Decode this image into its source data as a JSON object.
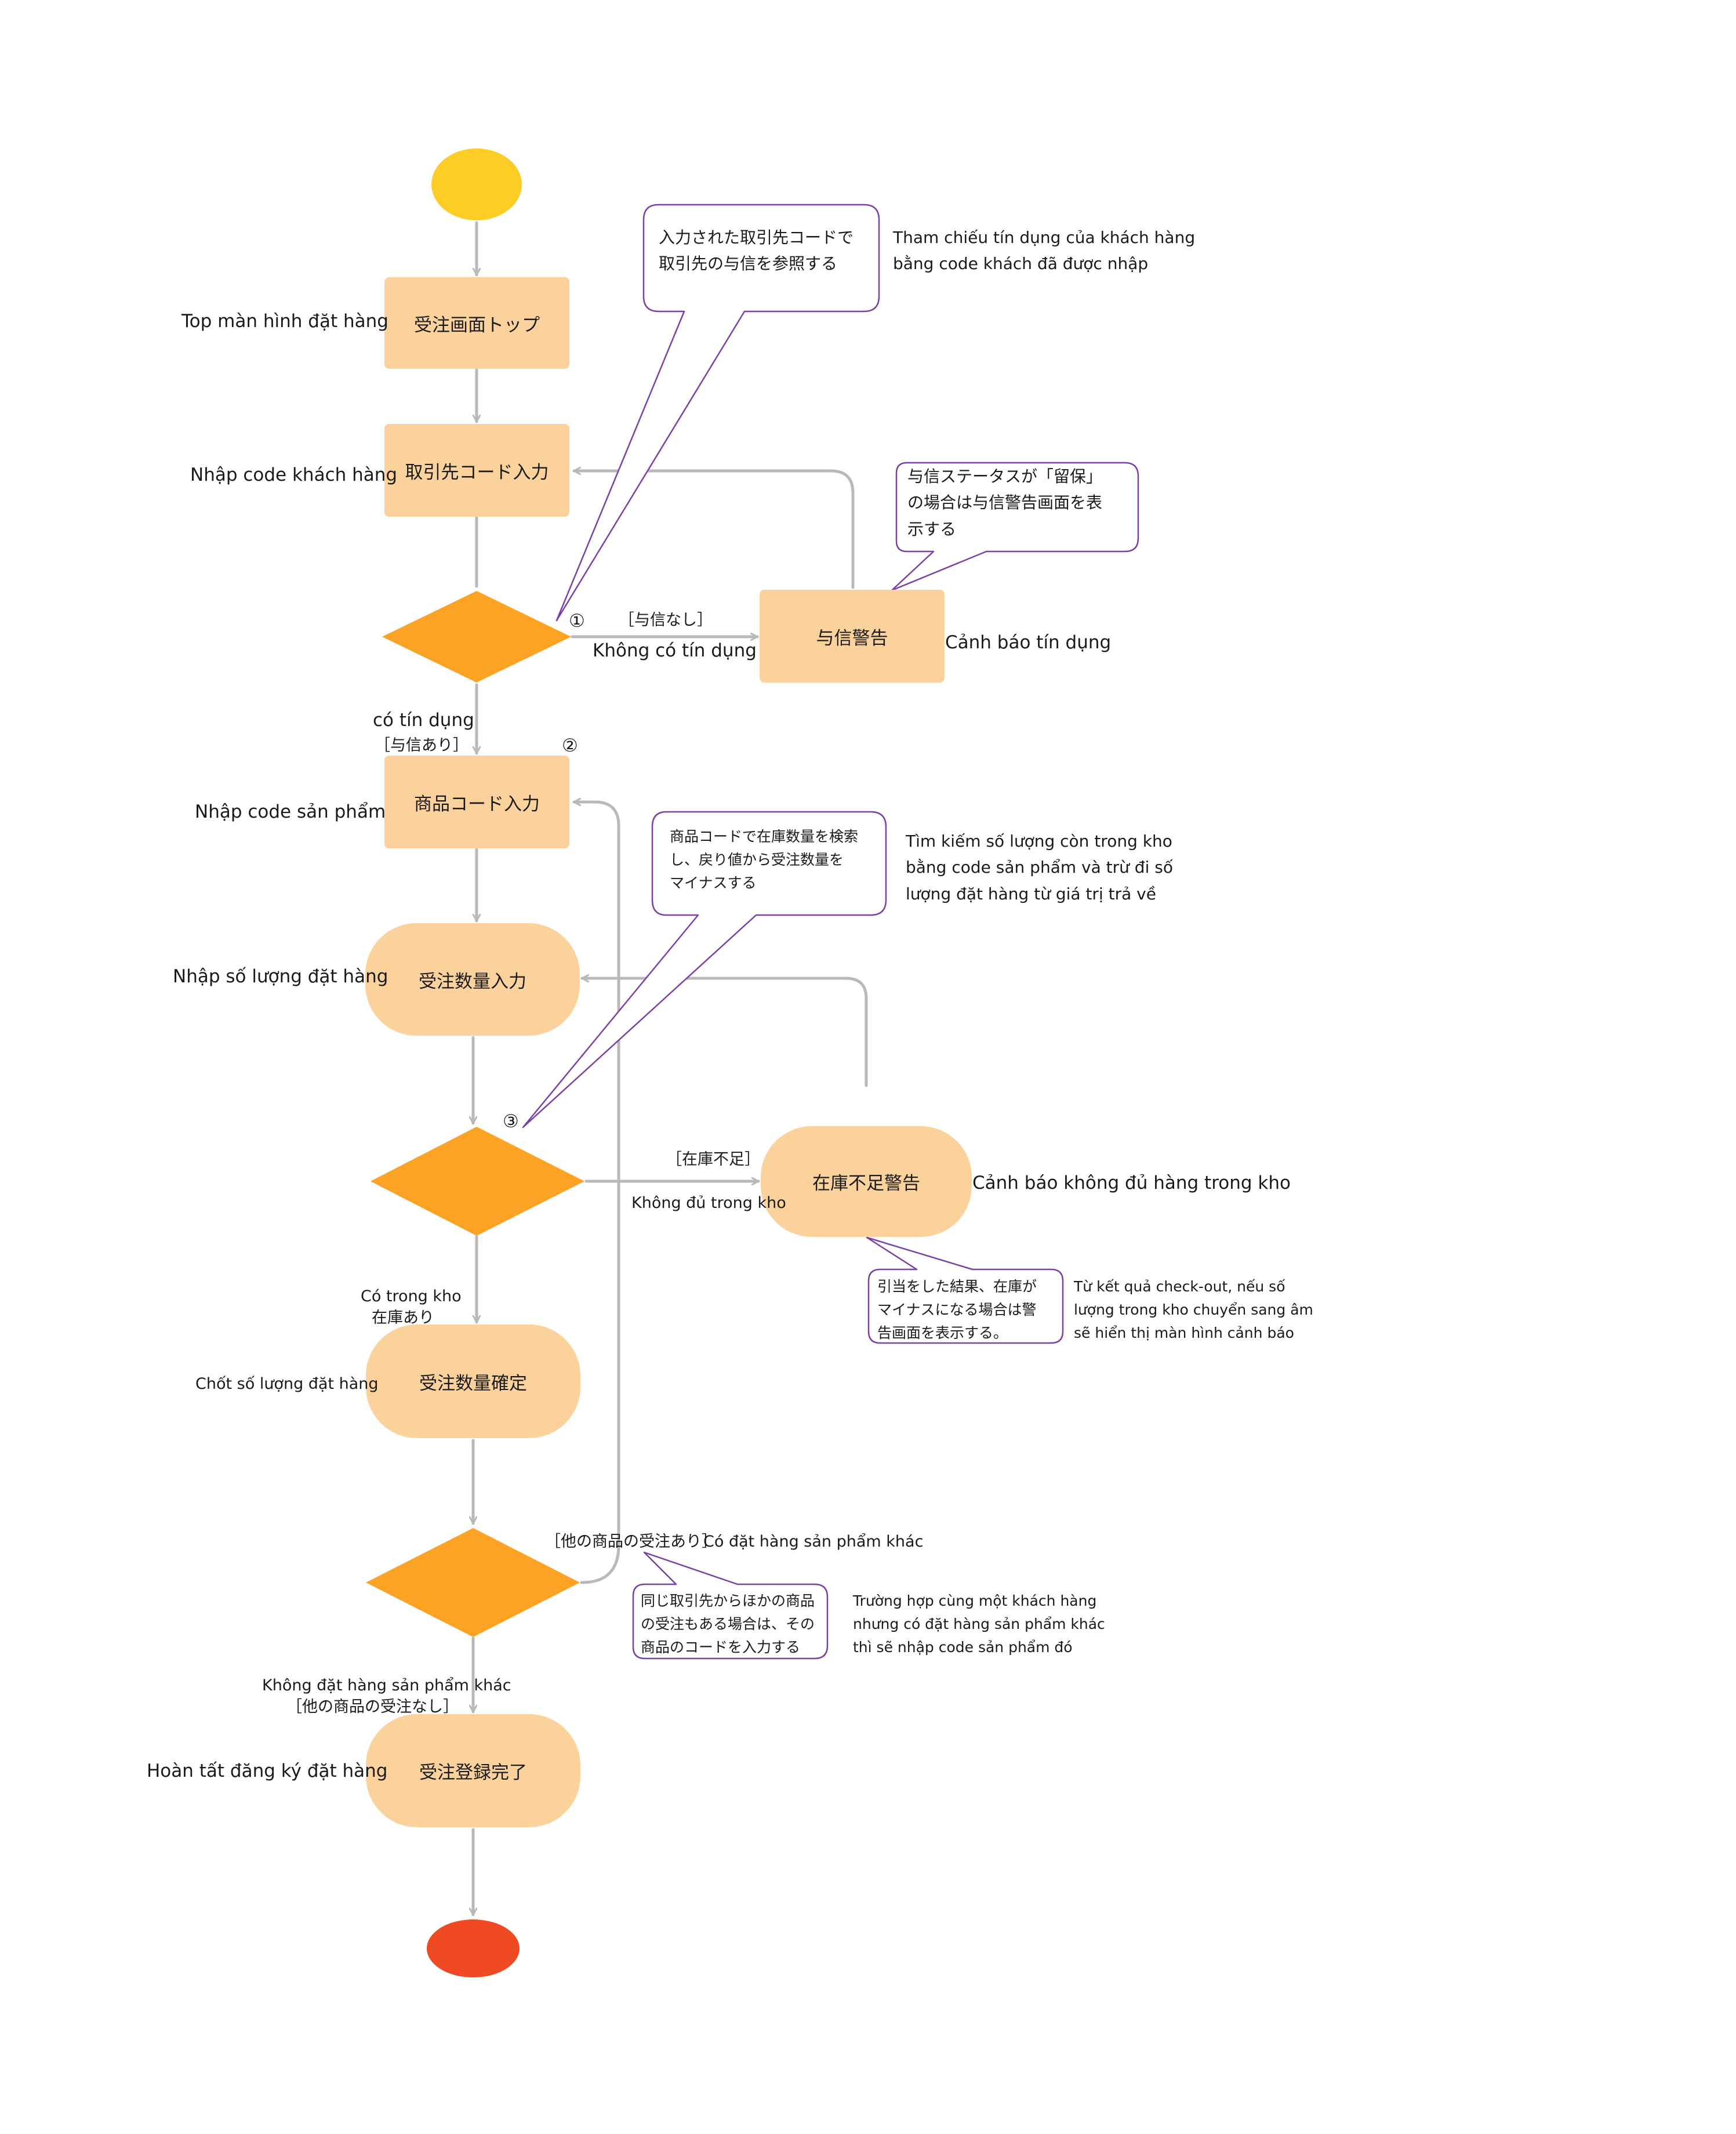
{
  "nodes": {
    "order_top": "受注画面トップ",
    "customer_code_input": "取引先コード入力",
    "credit_warning": "与信警告",
    "product_code_input": "商品コード入力",
    "quantity_input": "受注数量入力",
    "stock_warning": "在庫不足警告",
    "quantity_confirm": "受注数量確定",
    "registration_complete": "受注登録完了"
  },
  "side_labels": {
    "order_top": "Top màn hình đặt hàng",
    "customer_code_input": "Nhập code khách hàng",
    "credit_warning": "Cảnh báo tín dụng",
    "product_code_input": "Nhập code sản phẩm",
    "quantity_input": "Nhập số lượng đặt hàng",
    "stock_warning": "Cảnh báo không đủ hàng trong kho",
    "quantity_confirm": "Chốt số lượng đặt hàng",
    "registration_complete": "Hoàn tất đăng ký đặt hàng"
  },
  "branches": {
    "no_credit_jp": "［与信なし］",
    "no_credit_vi": "Không có tín dụng",
    "has_credit_vi": "có tín dụng",
    "has_credit_jp": "［与信あり］",
    "out_of_stock_jp": "［在庫不足］",
    "out_of_stock_vi": "Không đủ trong kho",
    "in_stock_vi": "Có trong kho",
    "in_stock_jp": "在庫あり",
    "other_product_jp": "［他の商品の受注あり］",
    "other_product_vi": "Có đặt hàng sản phẩm khác",
    "no_other_vi": "Không đặt hàng sản phẩm khác",
    "no_other_jp": "［他の商品の受注なし］"
  },
  "markers": {
    "one": "①",
    "two": "②",
    "three": "③"
  },
  "callouts": {
    "credit_ref_jp": "入力された取引先コードで\n取引先の与信を参照する",
    "credit_ref_vi": "Tham chiếu tín dụng của khách hàng\nbằng code khách đã được nhập",
    "credit_status_jp": "与信ステータスが「留保」\nの場合は与信警告画面を表\n示する",
    "stock_search_jp": "商品コードで在庫数量を検索\nし、戻り値から受注数量を\nマイナスする",
    "stock_search_vi": "Tìm kiếm số lượng còn trong kho\nbằng code sản phẩm và trừ đi số\nlượng đặt hàng từ giá trị trả về",
    "allocation_jp": "引当をした結果、在庫が\nマイナスになる場合は警\n告画面を表示する。",
    "allocation_vi": "Từ kết quả check-out, nếu số\nlượng trong kho chuyển sang âm\nsẽ hiển thị màn hình cảnh báo",
    "same_customer_jp": "同じ取引先からほかの商品\nの受注もある場合は、その\n商品のコードを入力する",
    "same_customer_vi": "Trường hợp cùng một khách hàng\nnhưng có đặt hàng sản phẩm khác\nthì sẽ nhập code sản phẩm đó"
  },
  "colors": {
    "start": "#fdcc25",
    "end": "#f04a24",
    "activity": "#fbd29c",
    "decision": "#fca326",
    "connector": "#b9b9b9",
    "callout_border": "#7b3fa8"
  }
}
